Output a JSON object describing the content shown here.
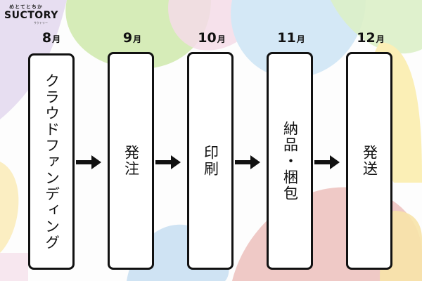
{
  "brand": {
    "top": "めとてとちか",
    "name": "SUCTORY",
    "sub": "サクトリー"
  },
  "steps": [
    {
      "month": "8",
      "unit": "月",
      "label": "クラウドファンディング"
    },
    {
      "month": "9",
      "unit": "月",
      "label": "発注"
    },
    {
      "month": "10",
      "unit": "月",
      "label": "印刷"
    },
    {
      "month": "11",
      "unit": "月",
      "label": "納品・梱包"
    },
    {
      "month": "12",
      "unit": "月",
      "label": "発送"
    }
  ],
  "colors": {
    "box_border": "#111111",
    "arrow": "#111111",
    "blob_green": "#d4ebb6",
    "blob_blue": "#d2e6f5",
    "blob_pink": "#f3d8e6",
    "blob_yellow": "#fbeeb0",
    "blob_purple": "#e5dcf0",
    "blob_red": "#eec4c4"
  }
}
